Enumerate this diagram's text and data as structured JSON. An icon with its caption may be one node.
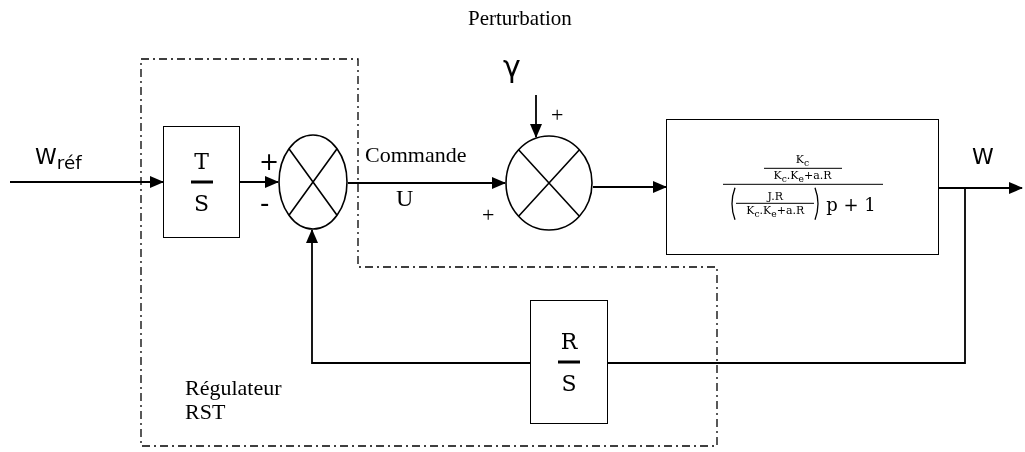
{
  "diagram": {
    "nodes": [
      {
        "text": [
          "Régulateur RST"
        ]
      },
      {
        "text": [
          "T",
          "S"
        ],
        "in": 0
      },
      {
        "text": [],
        "shape": "circle",
        "in": 0
      },
      {
        "text": [],
        "shape": "circle"
      },
      {
        "text": [
          "K$_{c}$",
          "K$_{c}$.K$_{e}$+a.R",
          "J.R",
          "K$_{c}$.K$_{e}$+a.R",
          "p + 1"
        ]
      },
      {
        "text": [
          "R",
          "S"
        ],
        "in": 0
      }
    ],
    "edges": [
      {
        "from": null,
        "to": 1,
        "arrow": "to",
        "label": "W$_{réf}$"
      },
      {
        "from": 1,
        "to": 2,
        "arrow": "to"
      },
      {
        "from": 2,
        "to": 3,
        "arrow": "to",
        "label": "Commande"
      },
      {
        "from": null,
        "to": 3,
        "arrow": "to",
        "label": "γ"
      },
      {
        "from": 3,
        "to": 4,
        "arrow": "to"
      },
      {
        "from": 4,
        "to": null,
        "arrow": "to",
        "label": "W"
      },
      {
        "from": 4,
        "to": 5,
        "arrow": "none"
      },
      {
        "from": 5,
        "to": 2,
        "arrow": "to"
      }
    ],
    "labels": [
      "Perturbation",
      "+",
      "-",
      "U",
      "+",
      "+"
    ]
  }
}
